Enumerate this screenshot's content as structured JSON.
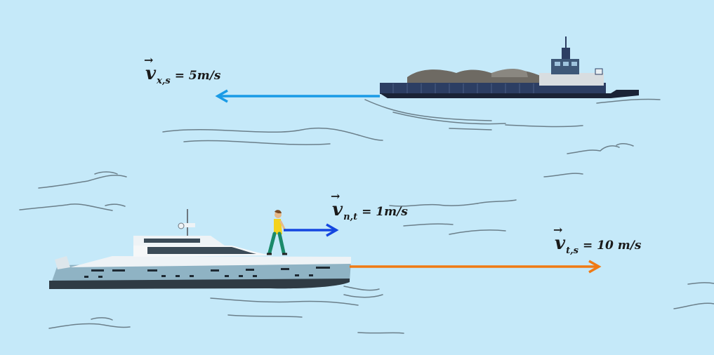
{
  "colors": {
    "water": "#c5e9f9",
    "wave": "#6b7f8a",
    "arrow_barge": "#1a9be6",
    "arrow_walker": "#1446e0",
    "arrow_yacht": "#f07a14",
    "barge_hull": "#2c3e63",
    "yacht_hull": "#8fb3c4"
  },
  "labels": {
    "barge": {
      "symbol": "v",
      "subscript": "x,s",
      "value": "= 5m/s"
    },
    "walker": {
      "symbol": "v",
      "subscript": "n,t",
      "value": "= 1m/s"
    },
    "yacht": {
      "symbol": "v",
      "subscript": "t,s",
      "value": "= 10 m/s"
    }
  },
  "icons": {
    "barge": "barge-icon",
    "yacht": "yacht-icon",
    "person": "walking-person-icon",
    "arrow_marker": "vector-arrow-icon"
  }
}
